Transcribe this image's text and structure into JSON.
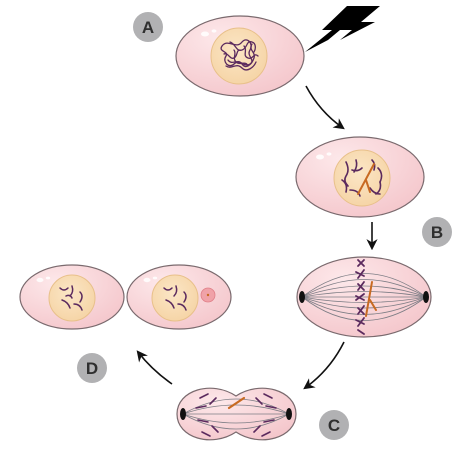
{
  "diagram": {
    "labels": {
      "a": "A",
      "b": "B",
      "c": "C",
      "d": "D"
    },
    "icons": [
      "lightning-bolt-icon",
      "arrow-icon"
    ],
    "colors": {
      "background": "#ffffff",
      "cell_fill": "#f9d5d8",
      "cell_stroke": "#7a6a6e",
      "nucleus_fill": "#f8dcb4",
      "nucleus_stroke": "#e8c08a",
      "chromosome": "#5b2a5e",
      "damaged_chromosome": "#c86a22",
      "spindle": "#7d7d85",
      "label_circle": "#b1b1b3",
      "label_text": "#2f2f2f",
      "arrow": "#111111",
      "micronucleus": "#f0a2a8"
    }
  }
}
